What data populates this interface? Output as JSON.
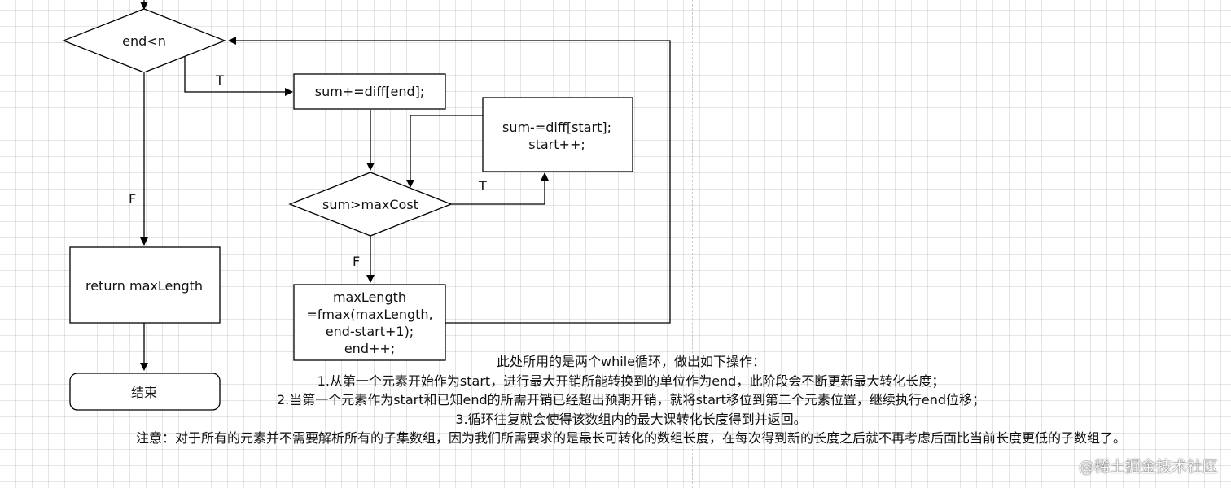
{
  "nodes": {
    "loop_condition": "end<n",
    "sum_add": "sum+=diff[end];",
    "sum_sub": [
      "sum-=diff[start];",
      "start++;"
    ],
    "cost_check": "sum>maxCost",
    "return_value": "return maxLength",
    "update": [
      "maxLength",
      "=fmax(maxLength,",
      "end-start+1);",
      "end++;"
    ],
    "end": "结束"
  },
  "edge_labels": {
    "loop_true": "T",
    "loop_false": "F",
    "cost_true": "T",
    "cost_false": "F"
  },
  "notes": [
    "此处所用的是两个while循环，做出如下操作：",
    "1.从第一个元素开始作为start，进行最大开销所能转换到的单位作为end，此阶段会不断更新最大转化长度；",
    "2.当第一个元素作为start和已知end的所需开销已经超出预期开销，就将start移位到第二个元素位置，继续执行end位移；",
    "3.循环往复就会使得该数组内的最大课转化长度得到并返回。",
    "注意：对于所有的元素并不需要解析所有的子集数组，因为我们所需要求的是最长可转化的数组长度，在每次得到新的长度之后就不再考虑后面比当前长度更低的子数组了。"
  ],
  "watermark": "@稀土掘金技术社区"
}
